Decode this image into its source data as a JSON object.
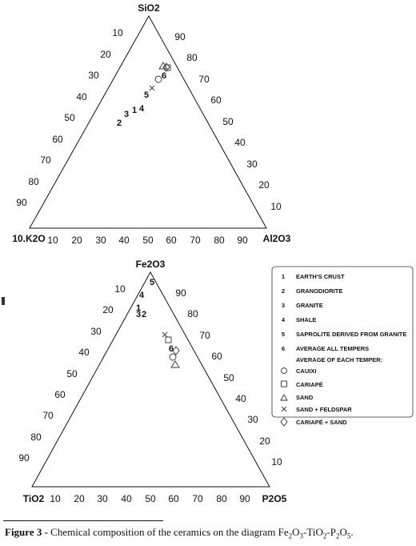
{
  "diagram1": {
    "apex_top": "SiO2",
    "apex_left": "10.K2O",
    "apex_right": "Al2O3",
    "left_ticks": [
      "10",
      "20",
      "30",
      "40",
      "50",
      "60",
      "70",
      "80",
      "90"
    ],
    "right_ticks": [
      "90",
      "80",
      "70",
      "60",
      "50",
      "40",
      "30",
      "20",
      "10"
    ],
    "bottom_ticks": [
      "10",
      "20",
      "30",
      "40",
      "50",
      "60",
      "70",
      "80",
      "90"
    ],
    "labels": [
      "6",
      "5",
      "1",
      "4",
      "3",
      "2"
    ]
  },
  "diagram2": {
    "apex_top": "Fe2O3",
    "apex_left": "TiO2",
    "apex_right": "P2O5",
    "left_ticks": [
      "10",
      "20",
      "30",
      "40",
      "50",
      "60",
      "70",
      "80",
      "90"
    ],
    "right_ticks": [
      "90",
      "80",
      "70",
      "60",
      "50",
      "40",
      "30",
      "20",
      "10"
    ],
    "bottom_ticks": [
      "10",
      "20",
      "30",
      "40",
      "50",
      "60",
      "70",
      "80",
      "90"
    ],
    "labels": [
      "5",
      "4",
      "1",
      "3",
      "2",
      "6"
    ]
  },
  "legend": {
    "numbered": [
      {
        "num": "1",
        "text": "EARTH'S CRUST"
      },
      {
        "num": "2",
        "text": "GRANODIORITE"
      },
      {
        "num": "3",
        "text": "GRANITE"
      },
      {
        "num": "4",
        "text": "SHALE"
      },
      {
        "num": "5",
        "text": "SAPROLITE DERIVED FROM GRANITE"
      },
      {
        "num": "6",
        "text": "AVERAGE ALL TEMPERS"
      }
    ],
    "subtitle": "AVERAGE OF EACH TEMPER:",
    "symbols": [
      {
        "icon": "circle",
        "text": "CAUIXI"
      },
      {
        "icon": "square",
        "text": "CARIAPÉ"
      },
      {
        "icon": "triangle",
        "text": "SAND"
      },
      {
        "icon": "cross",
        "text": "SAND + FELDSPAR"
      },
      {
        "icon": "diamond",
        "text": "CARIAPÉ + SAND"
      }
    ]
  },
  "caption": {
    "label": "Figure 3 -",
    "text": " Chemical composition of the ceramics on the diagram ",
    "formula": [
      "Fe",
      "2",
      "O",
      "3",
      "-TiO",
      "2",
      "-P",
      "2",
      "O",
      "5",
      "."
    ]
  }
}
